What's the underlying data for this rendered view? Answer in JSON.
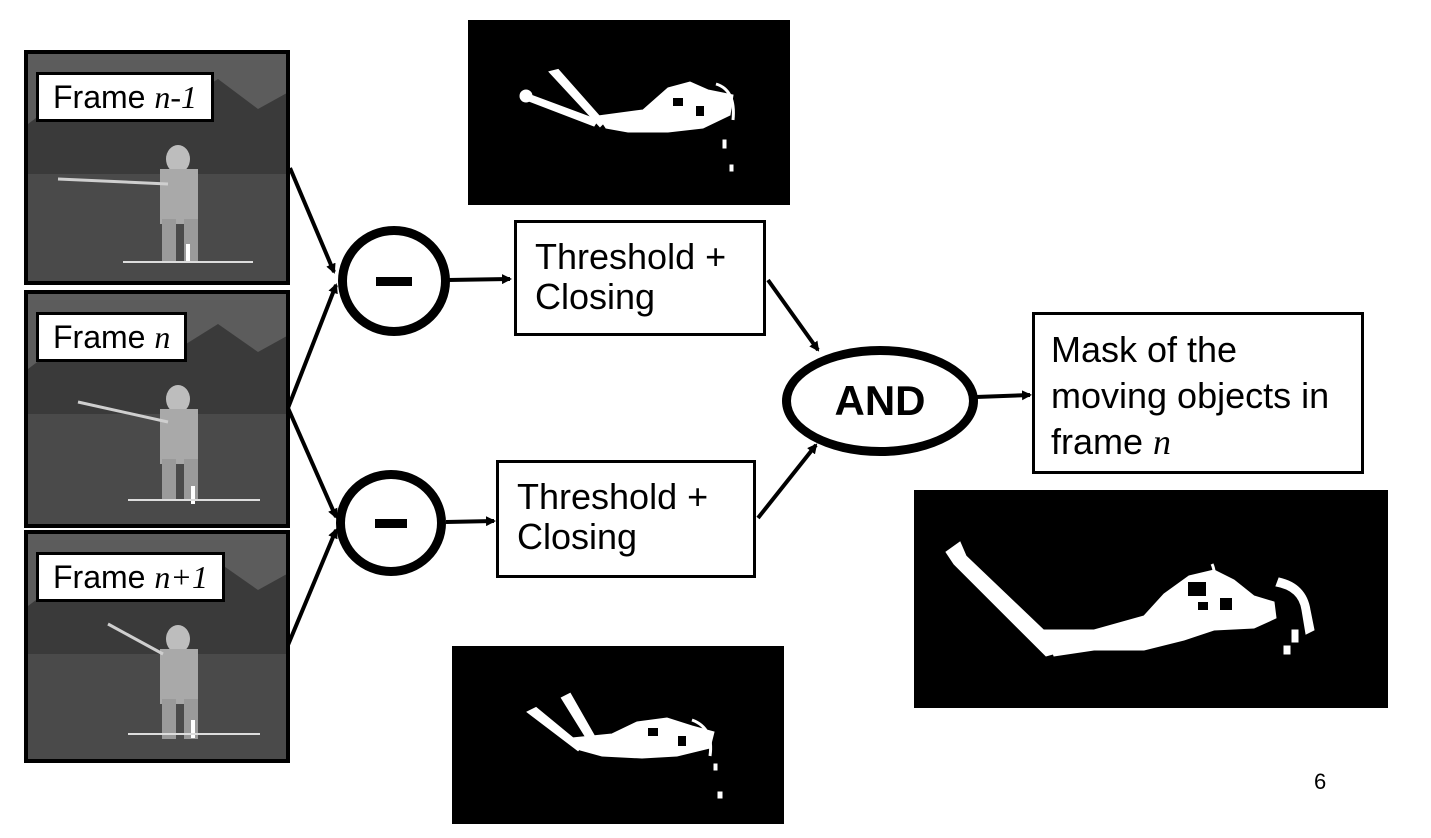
{
  "frames": [
    {
      "label_prefix": "Frame ",
      "label_var": "n-1"
    },
    {
      "label_prefix": "Frame ",
      "label_var": "n"
    },
    {
      "label_prefix": "Frame ",
      "label_var": "n+1"
    }
  ],
  "operators": {
    "subtract_symbol": "−",
    "and_label": "AND"
  },
  "process": {
    "top_line1": "Threshold +",
    "top_line2": "Closing",
    "bottom_line1": "Threshold +",
    "bottom_line2": "Closing"
  },
  "result": {
    "line1": "Mask of the",
    "line2": "moving objects in",
    "line3_prefix": "frame ",
    "line3_var": "n"
  },
  "page_number": "6",
  "colors": {
    "background": "#ffffff",
    "ink": "#000000",
    "mask_background": "#000000",
    "mask_foreground": "#ffffff"
  }
}
